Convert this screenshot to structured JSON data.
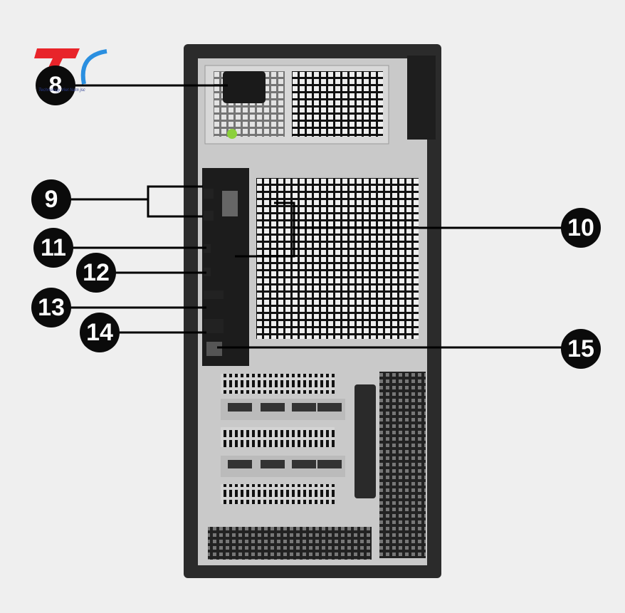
{
  "logo": {
    "text": "Technology Viet Nam jsc",
    "colors": {
      "red": "#e8242a",
      "blue": "#2a8fe0"
    }
  },
  "callouts": [
    {
      "label": "8"
    },
    {
      "label": "9"
    },
    {
      "label": "10"
    },
    {
      "label": "11"
    },
    {
      "label": "12"
    },
    {
      "label": "13"
    },
    {
      "label": "14"
    },
    {
      "label": "15"
    }
  ],
  "colors": {
    "chassis": "#2b2b2b",
    "panel": "#c9c9c9",
    "io": "#1c1c1c",
    "background": "#efefef"
  }
}
